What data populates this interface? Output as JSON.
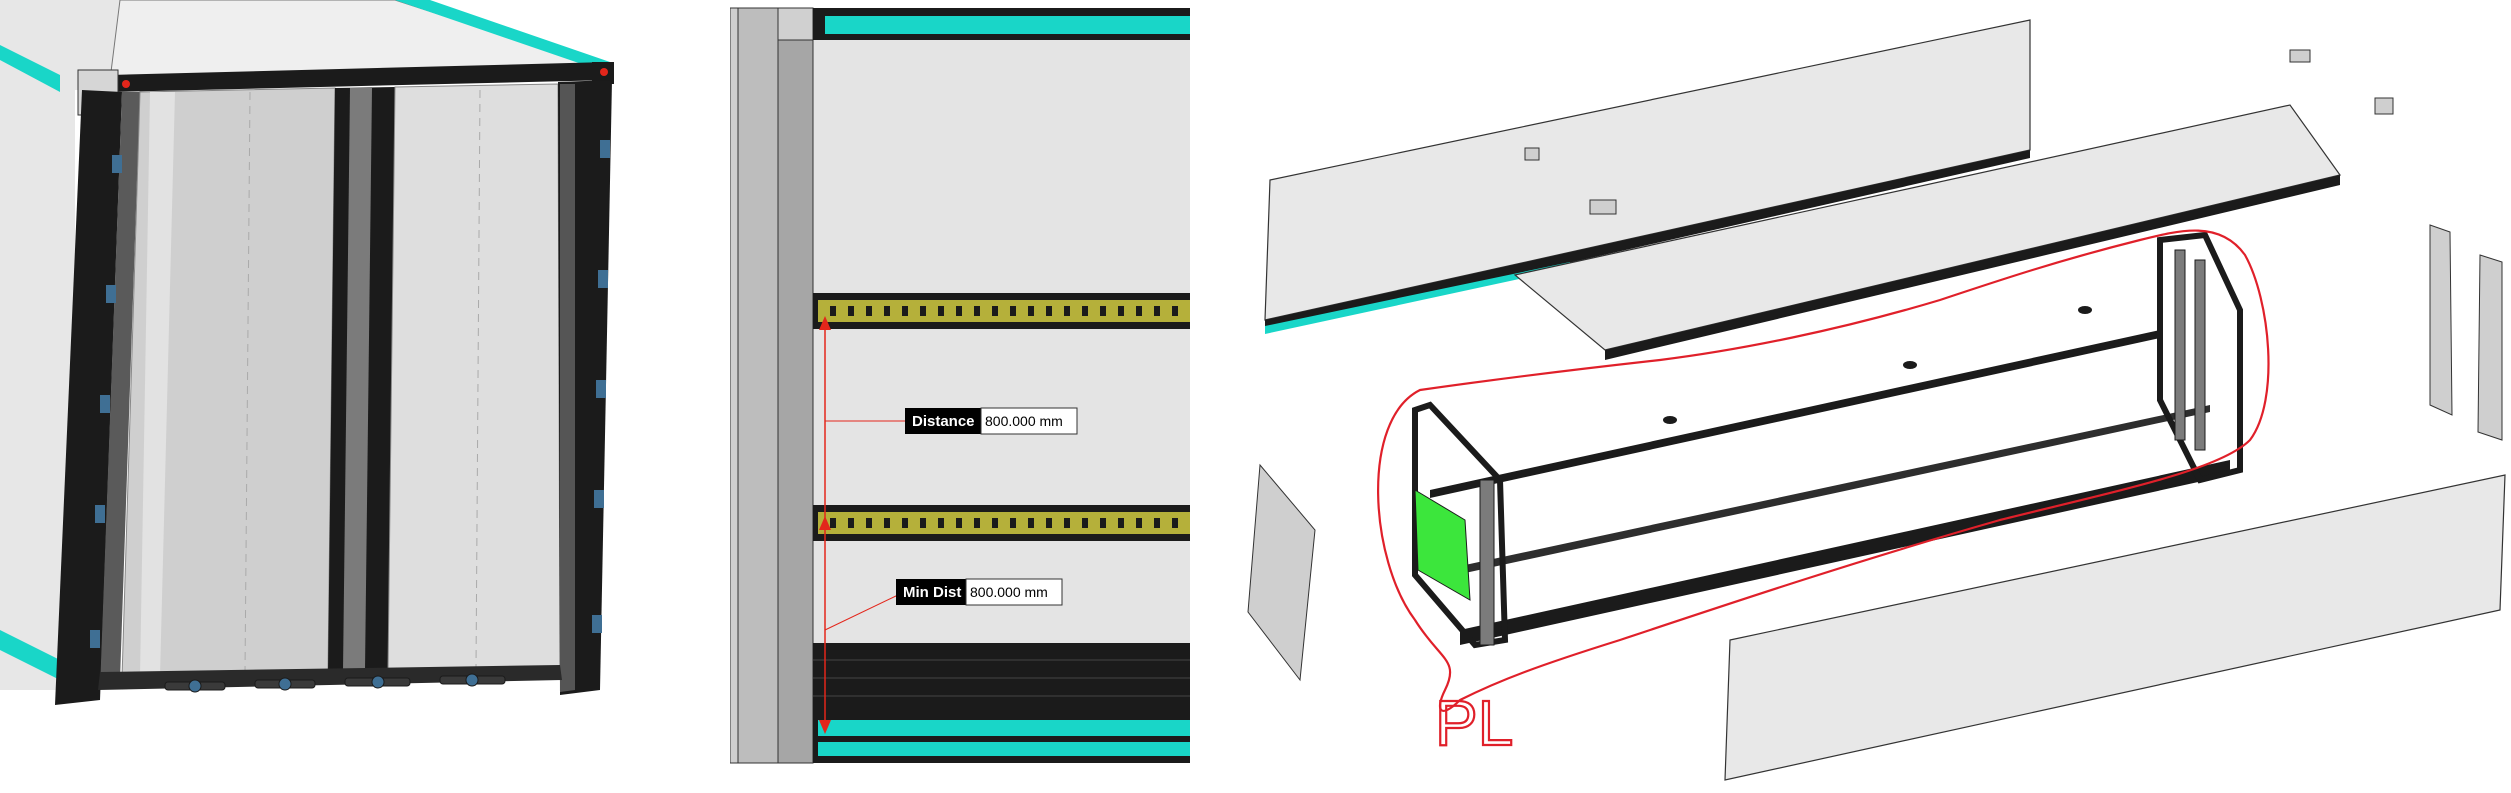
{
  "colors": {
    "frame_black": "#1b1b1b",
    "panel_grey": "#cfcfcf",
    "panel_light": "#e6e6e6",
    "aluminium": "#9a9a9a",
    "cyan_rail": "#19d6c8",
    "yellow_rail": "#b5b03a",
    "green_plate": "#3ce63c",
    "annotation_red": "#e0202a",
    "measure_red": "#e3261b"
  },
  "measurements": {
    "distance": {
      "label": "Distance",
      "value": "800.000 mm"
    },
    "min_dist": {
      "label": "Min Dist",
      "value": "800.000 mm"
    }
  },
  "annotation": {
    "text": "PL"
  }
}
